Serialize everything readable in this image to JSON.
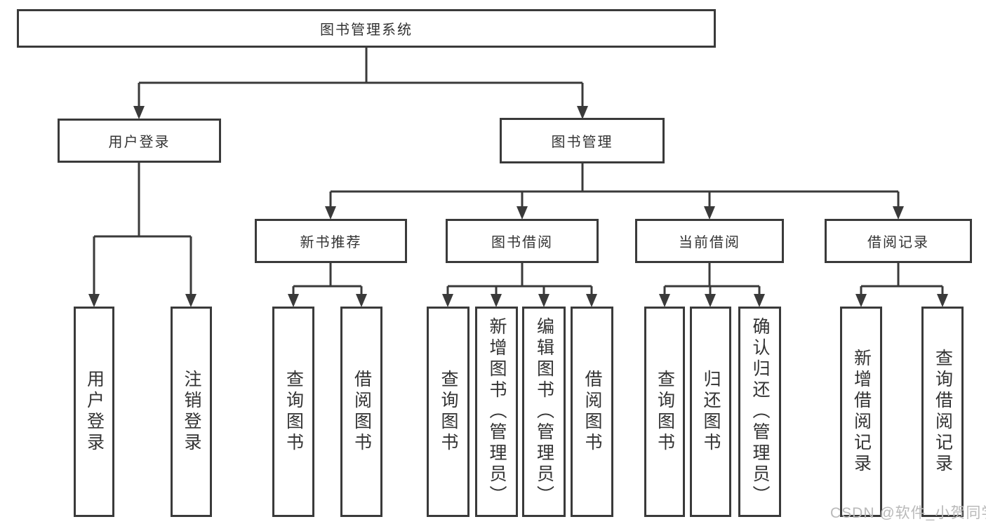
{
  "diagram": {
    "tree": {
      "root": "图书管理系统",
      "branches": [
        {
          "label": "用户登录",
          "leaves": [
            "用户登录",
            "注销登录"
          ]
        },
        {
          "label": "图书管理",
          "groups": [
            {
              "label": "新书推荐",
              "leaves": [
                "查询图书",
                "借阅图书"
              ]
            },
            {
              "label": "图书借阅",
              "leaves": [
                "查询图书",
                "新增图书（管理员）",
                "编辑图书（管理员）",
                "借阅图书"
              ]
            },
            {
              "label": "当前借阅",
              "leaves": [
                "查询图书",
                "归还图书",
                "确认归还（管理员）"
              ]
            },
            {
              "label": "借阅记录",
              "leaves": [
                "新增借阅记录",
                "查询借阅记录"
              ]
            }
          ]
        }
      ]
    },
    "colors": {
      "line": "#3a3a3a",
      "text": "#333333",
      "background": "#ffffff",
      "watermark": "#b9b9b9"
    }
  },
  "watermark": "CSDN @软件_小贺同学"
}
